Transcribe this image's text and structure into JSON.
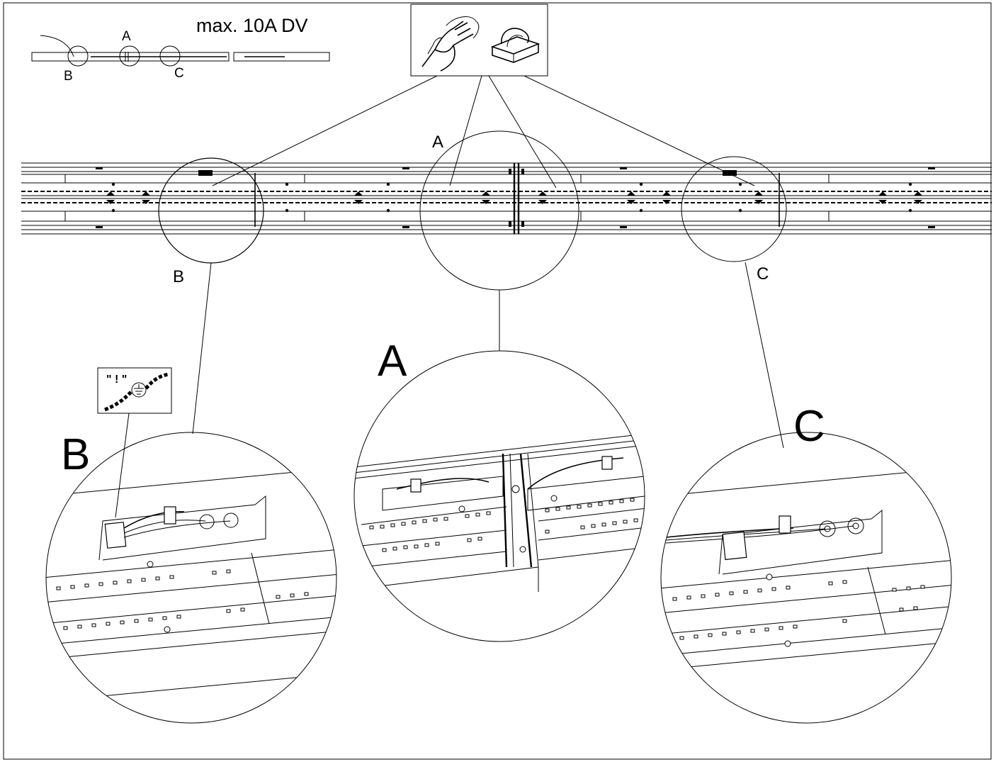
{
  "note": "max. 10A DV",
  "overview": {
    "label_a": "A",
    "label_b": "B",
    "label_c": "C"
  },
  "callouts": {
    "a": "A",
    "b": "B",
    "c": "C"
  },
  "details": {
    "a": "A",
    "b": "B",
    "c": "C"
  },
  "icons": {
    "cleaning": "hand-wipe-icon",
    "clip": "cable-clip-icon",
    "ground": "ground-symbol-icon"
  },
  "ground_box_text": "\" ! \""
}
